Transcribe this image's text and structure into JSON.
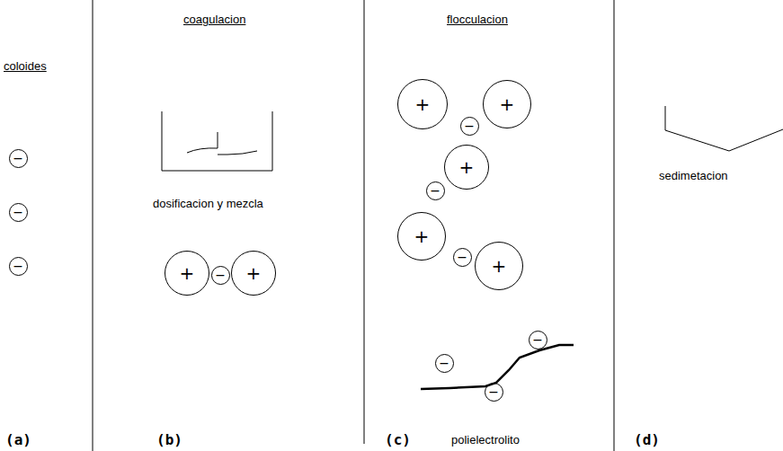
{
  "diagram": {
    "nodes": [
      {
        "text": [
          "−"
        ]
      },
      {
        "text": [
          "−"
        ]
      },
      {
        "text": [
          "−"
        ]
      },
      {
        "text": [
          "+"
        ]
      },
      {
        "text": [
          "−"
        ]
      },
      {
        "text": [
          "+"
        ]
      },
      {
        "text": [
          "+"
        ]
      },
      {
        "text": [
          "−"
        ]
      },
      {
        "text": [
          "+"
        ]
      },
      {
        "text": [
          "+"
        ]
      },
      {
        "text": [
          "−"
        ]
      },
      {
        "text": [
          "+"
        ]
      },
      {
        "text": [
          "−"
        ]
      },
      {
        "text": [
          "+"
        ]
      },
      {
        "text": [
          "−"
        ]
      },
      {
        "text": [
          "−"
        ]
      },
      {
        "text": [
          "−"
        ]
      }
    ],
    "labels": [
      "coloides",
      "coagulacion",
      "dosificacion y mezcla",
      "flocculacion",
      "sedimetacion",
      "(a)",
      "(b)",
      "(c)",
      "polielectrolito",
      "(d)"
    ]
  }
}
